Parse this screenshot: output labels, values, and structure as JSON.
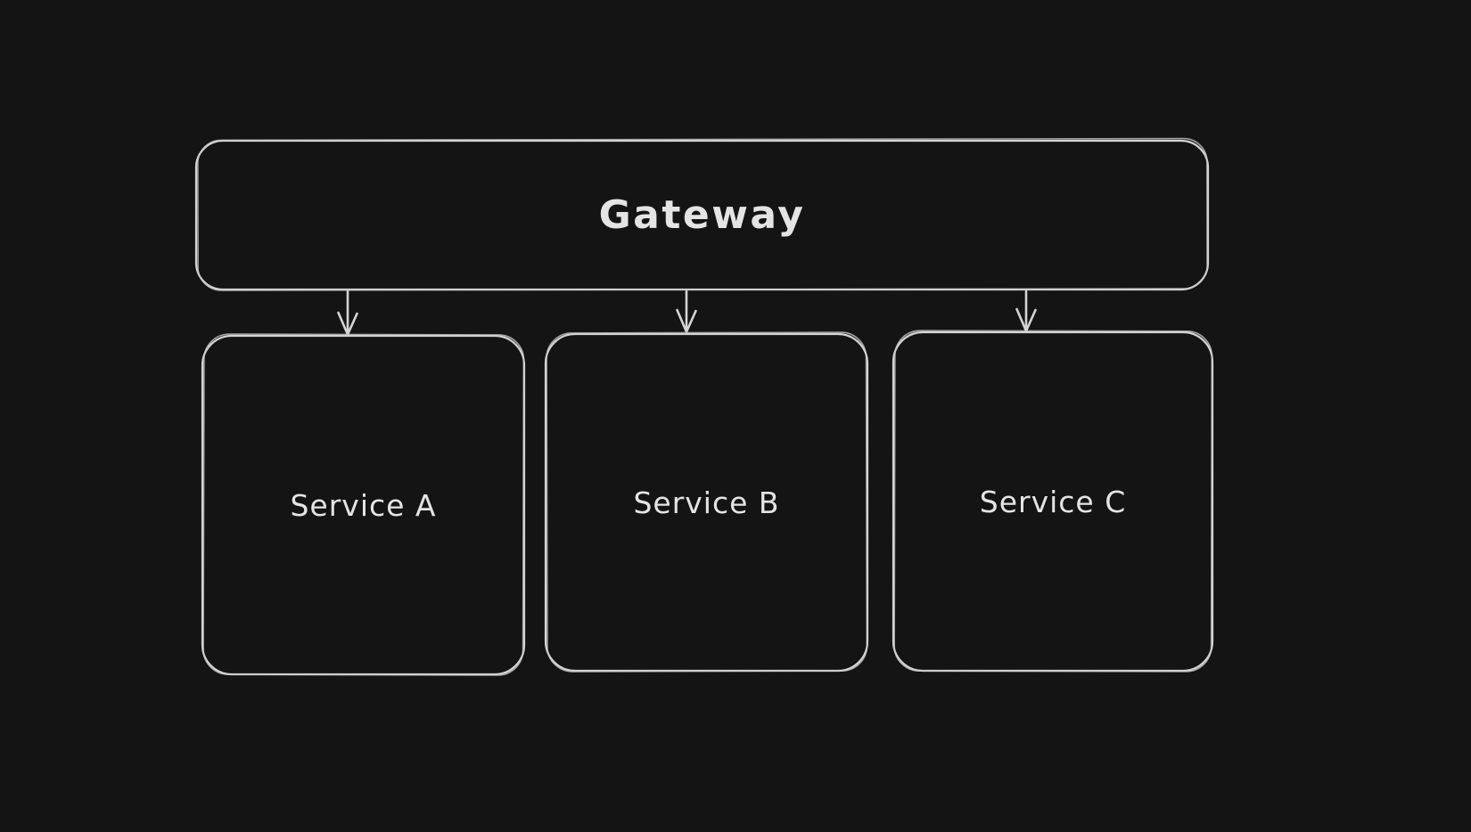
{
  "diagram": {
    "colors": {
      "background": "#141414",
      "stroke": "#d4d4d4",
      "text": "#e4e4e4"
    },
    "nodes": [
      {
        "id": "gateway",
        "label": "Gateway"
      },
      {
        "id": "service-a",
        "label": "Service A"
      },
      {
        "id": "service-b",
        "label": "Service B"
      },
      {
        "id": "service-c",
        "label": "Service C"
      }
    ],
    "edges": [
      {
        "from": "gateway",
        "to": "service-a",
        "direction": "down"
      },
      {
        "from": "gateway",
        "to": "service-b",
        "direction": "down"
      },
      {
        "from": "gateway",
        "to": "service-c",
        "direction": "down"
      }
    ]
  }
}
